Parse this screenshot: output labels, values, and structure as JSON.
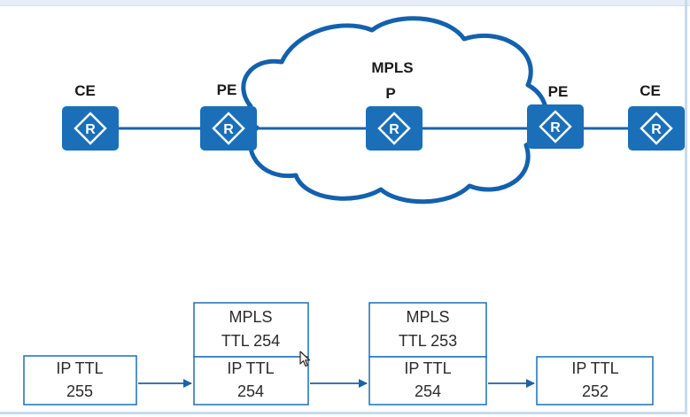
{
  "network": {
    "cloud_label": "MPLS",
    "nodes": [
      {
        "id": "ce-left",
        "label": "CE",
        "glyph": "R",
        "icon": "router-icon"
      },
      {
        "id": "pe-left",
        "label": "PE",
        "glyph": "R",
        "icon": "router-icon"
      },
      {
        "id": "p",
        "label": "P",
        "glyph": "R",
        "icon": "router-icon"
      },
      {
        "id": "pe-right",
        "label": "PE",
        "glyph": "R",
        "icon": "router-icon"
      },
      {
        "id": "ce-right",
        "label": "CE",
        "glyph": "R",
        "icon": "router-icon"
      }
    ]
  },
  "ttl_flow": {
    "stage1": {
      "ip_line1": "IP TTL",
      "ip_line2": "255"
    },
    "stage2": {
      "mpls_line1": "MPLS",
      "mpls_line2": "TTL 254",
      "ip_line1": "IP TTL",
      "ip_line2": "254"
    },
    "stage3": {
      "mpls_line1": "MPLS",
      "mpls_line2": "TTL 253",
      "ip_line1": "IP TTL",
      "ip_line2": "254"
    },
    "stage4": {
      "ip_line1": "IP TTL",
      "ip_line2": "252"
    }
  },
  "colors": {
    "router_fill": "#1a6fb8",
    "link": "#1a63a8",
    "cloud_stroke": "#1361ad",
    "box_border": "#1f6fb4",
    "arrow": "#1a63a8"
  }
}
